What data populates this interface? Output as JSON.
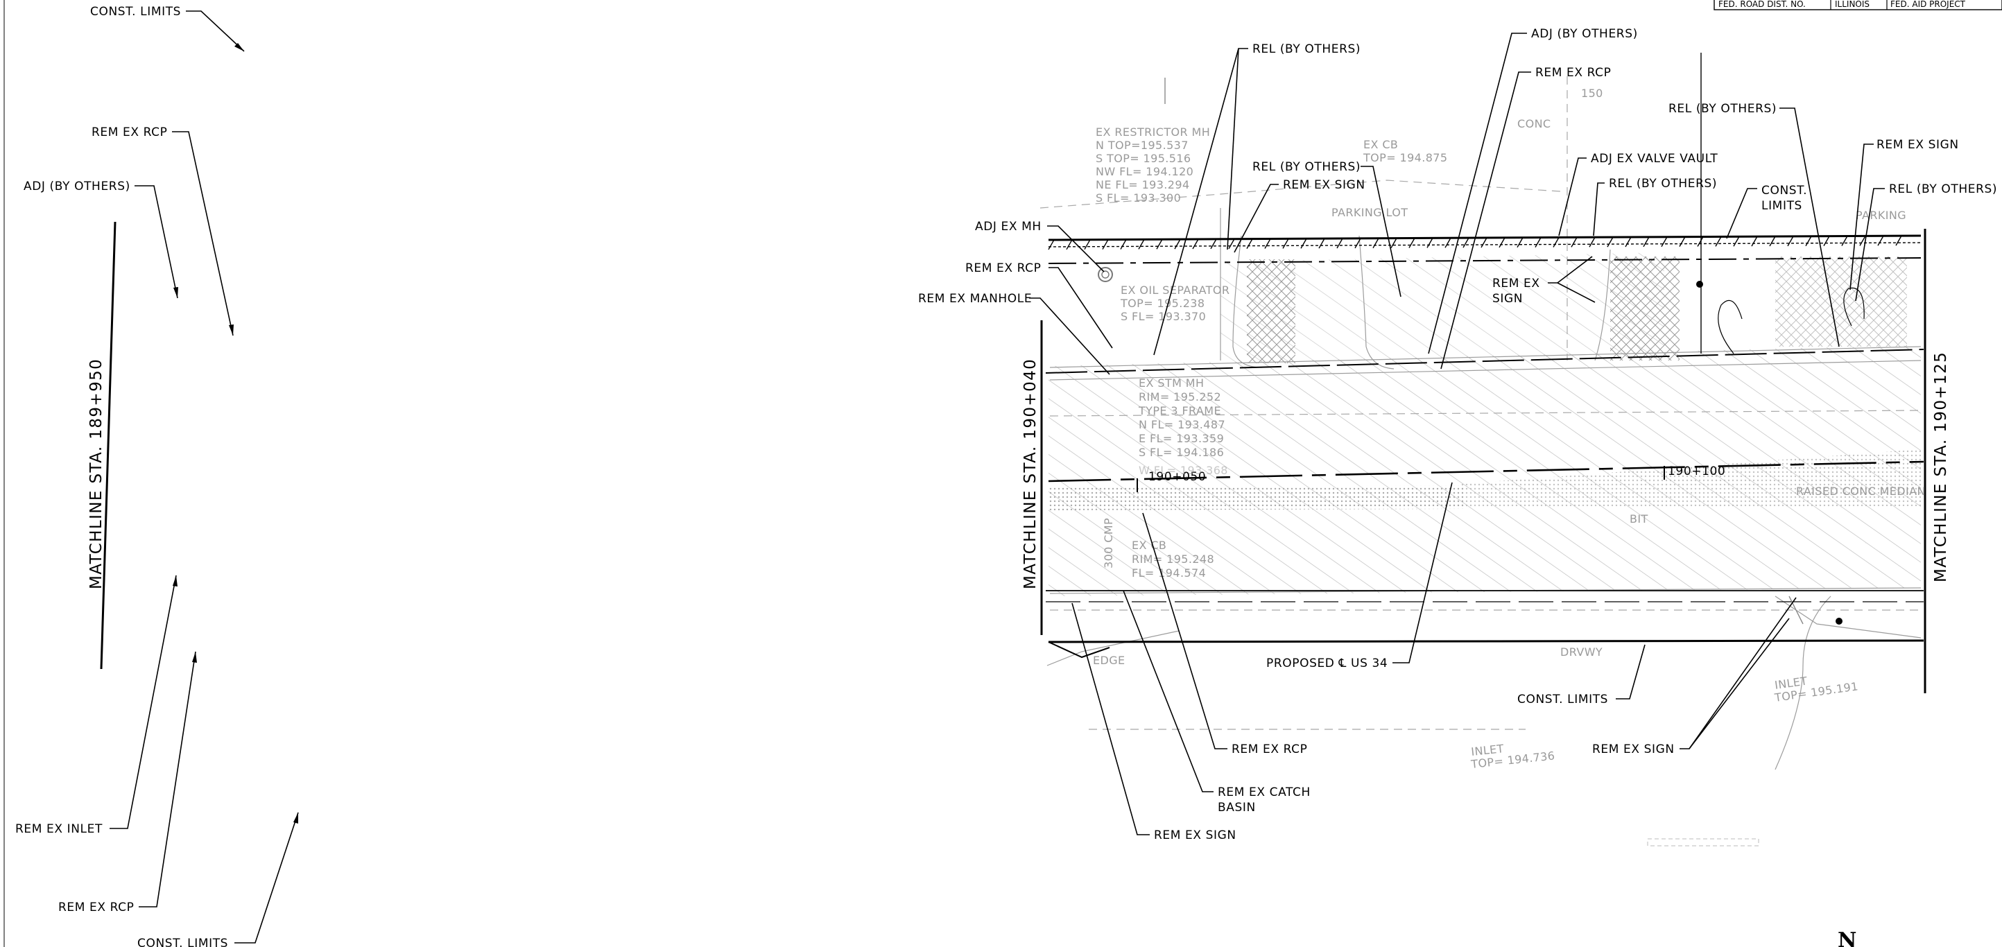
{
  "title_block": {
    "fed_road_dist": "FED. ROAD DIST. NO.",
    "state": "ILLINOIS",
    "fed_aid_project": "FED. AID PROJECT"
  },
  "matchlines": {
    "left_sheet": "MATCHLINE STA. 189+950",
    "plan_start": "MATCHLINE STA. 190+040",
    "plan_end": "MATCHLINE STA. 190+125"
  },
  "left_callouts": {
    "const_limits_top": "CONST. LIMITS",
    "rem_ex_rcp_top": "REM EX RCP",
    "adj_by_others": "ADJ (BY OTHERS)",
    "rem_ex_inlet": "REM EX INLET",
    "rem_ex_rcp_bottom": "REM EX RCP",
    "const_limits_bottom": "CONST. LIMITS"
  },
  "callouts": {
    "rel_by_others_1": "REL (BY OTHERS)",
    "adj_by_others": "ADJ (BY OTHERS)",
    "rem_ex_rcp_top": "REM EX RCP",
    "rel_by_others_2": "REL (BY OTHERS)",
    "rem_ex_sign_right": "REM EX SIGN",
    "adj_ex_valve_vault": "ADJ EX VALVE VAULT",
    "rel_by_others_3": "REL (BY OTHERS)",
    "const_limits_line1": "CONST.",
    "const_limits_line2": "LIMITS",
    "rel_by_others_4": "REL (BY OTHERS)",
    "rel_by_others_5": "REL (BY OTHERS)",
    "rem_ex_sign_mid": "REM EX SIGN",
    "rem_ex_sign_stack_1": "REM EX",
    "rem_ex_sign_stack_2": "SIGN",
    "adj_ex_mh": "ADJ EX MH",
    "rem_ex_rcp_left": "REM EX RCP",
    "rem_ex_manhole": "REM EX MANHOLE",
    "proposed_cl": "PROPOSED ℄ US 34",
    "const_limits_bottom": "CONST. LIMITS",
    "rem_ex_sign_bottom_right": "REM EX SIGN",
    "rem_ex_rcp_bottom": "REM EX RCP",
    "rem_ex_catch_basin_1": "REM EX CATCH",
    "rem_ex_catch_basin_2": "BASIN",
    "rem_ex_sign_bottom": "REM EX SIGN"
  },
  "stations": {
    "sta_190_050": "190+050",
    "sta_190_100": "190+100"
  },
  "existing_notes": {
    "restrictor": [
      "EX RESTRICTOR MH",
      "N TOP=195.537",
      "S TOP= 195.516",
      "NW FL= 194.120",
      "NE FL= 193.294",
      "S FL= 193.300"
    ],
    "oil_separator": [
      "EX OIL SEPARATOR",
      "TOP= 195.238",
      "S FL= 193.370"
    ],
    "ex_cb_top": [
      "EX CB",
      "TOP= 194.875"
    ],
    "stm_mh": [
      "EX STM MH",
      "RIM= 195.252",
      "TYPE 3 FRAME",
      "N FL= 193.487",
      "E FL= 193.359",
      "S FL= 194.186",
      "W FL= 193.368"
    ],
    "ex_cb_bottom": [
      "EX CB",
      "RIM= 195.248",
      "FL= 194.574"
    ],
    "inlet_bottom": [
      "INLET",
      "TOP= 194.736"
    ],
    "inlet_right": [
      "INLET",
      "TOP= 195.191"
    ],
    "misc": {
      "parking_lot": "PARKING LOT",
      "parking": "PARKING",
      "conc": "CONC",
      "edge": "EDGE",
      "raised_conc_median": "RAISED CONC MEDIAN",
      "bit": "BIT",
      "drvwy": "DRVWY",
      "num_150": "150",
      "num_300": "300 CMP"
    }
  },
  "north_arrow": "N",
  "colors": {
    "ink": "#000000",
    "existing": "#9a9a9a",
    "hatch": "#b5b5b5"
  }
}
